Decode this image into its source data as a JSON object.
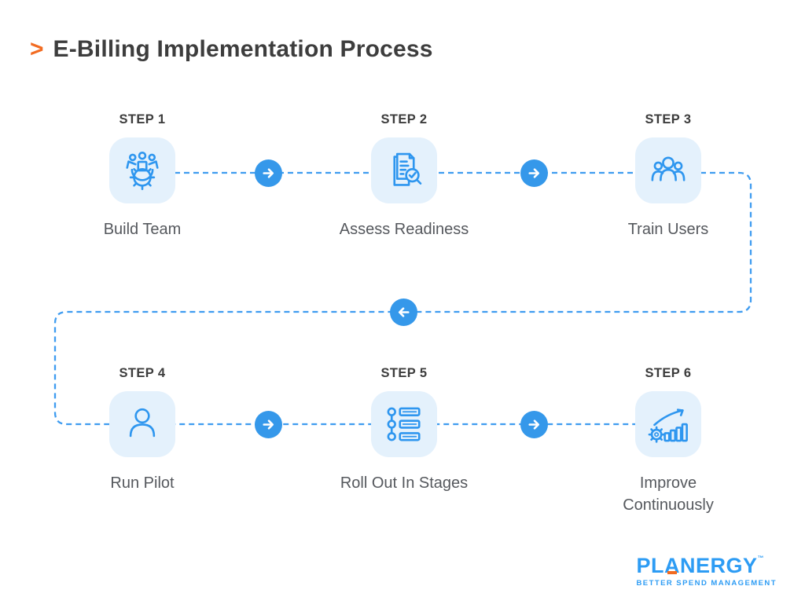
{
  "title": {
    "caret": ">",
    "text": "E-Billing Implementation Process"
  },
  "steps": [
    {
      "step_label": "STEP 1",
      "name": "Build Team",
      "icon": "team-gear-icon"
    },
    {
      "step_label": "STEP 2",
      "name": "Assess Readiness",
      "icon": "document-search-check-icon"
    },
    {
      "step_label": "STEP 3",
      "name": "Train Users",
      "icon": "users-group-icon"
    },
    {
      "step_label": "STEP 4",
      "name": "Run Pilot",
      "icon": "person-icon"
    },
    {
      "step_label": "STEP 5",
      "name": "Roll Out In Stages",
      "icon": "stages-checklist-icon"
    },
    {
      "step_label": "STEP 6",
      "name": "Improve Continuously",
      "icon": "growth-chart-gear-icon"
    }
  ],
  "flow": {
    "direction_row1": "right",
    "return_arrow": "left",
    "direction_row2": "right"
  },
  "colors": {
    "accent_orange": "#F26B21",
    "title_dark": "#3D3D3D",
    "step_label_dark": "#3C3C3C",
    "name_gray": "#55585D",
    "tile_background": "#E4F1FC",
    "icon_blue": "#2E96EF",
    "dash_blue": "#3F9CF0",
    "arrow_circle_blue": "#3598EA",
    "brand_blue": "#2D9CF4"
  },
  "logo": {
    "brand_parts": [
      "PL",
      "A",
      "NERGY"
    ],
    "tm": "™",
    "tagline": "BETTER SPEND MANAGEMENT"
  }
}
